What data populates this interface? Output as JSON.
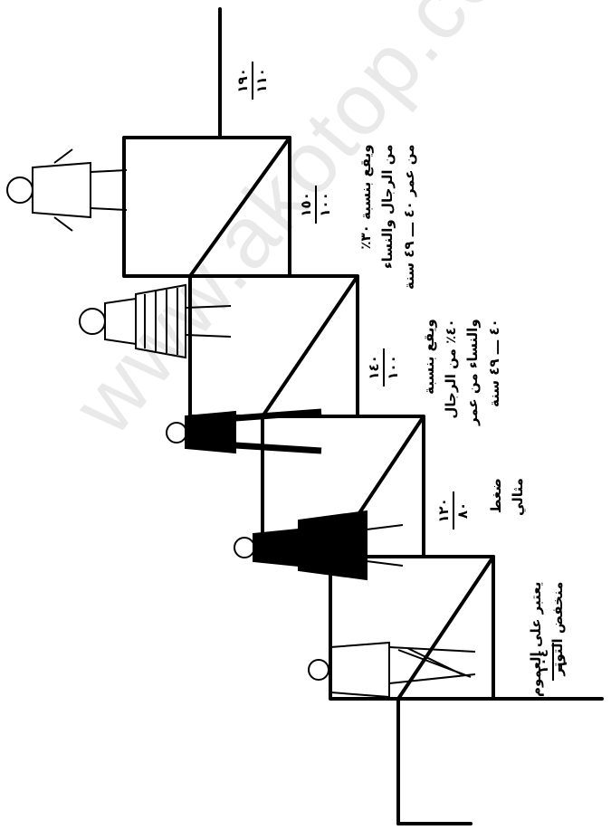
{
  "watermark": "www.akotop.com",
  "readings": [
    {
      "num": "١٠٤",
      "den": "٦٠"
    },
    {
      "num": "١٢٠",
      "den": "٨٠"
    },
    {
      "num": "١٤٠",
      "den": "١٠٠"
    },
    {
      "num": "١٥٠",
      "den": "١٠٠"
    },
    {
      "num": "١٩٠",
      "den": "١١٠"
    }
  ],
  "captions": {
    "low": [
      "يعتبر على العموم",
      "منخفض التوتر"
    ],
    "ideal": [
      "ضغط",
      "مثالي"
    ],
    "forty": [
      "ويقع بنسبة",
      "٤٠٪ من الرجال",
      "والنساء من عمر",
      "٤٠ ـــ ٤٩ سنة"
    ],
    "thirty": [
      "ويقع بنسبة ٣٠٪",
      "من الرجال والنساء",
      "من عمر ٤٠ ـــ ٤٩ سنة"
    ]
  }
}
